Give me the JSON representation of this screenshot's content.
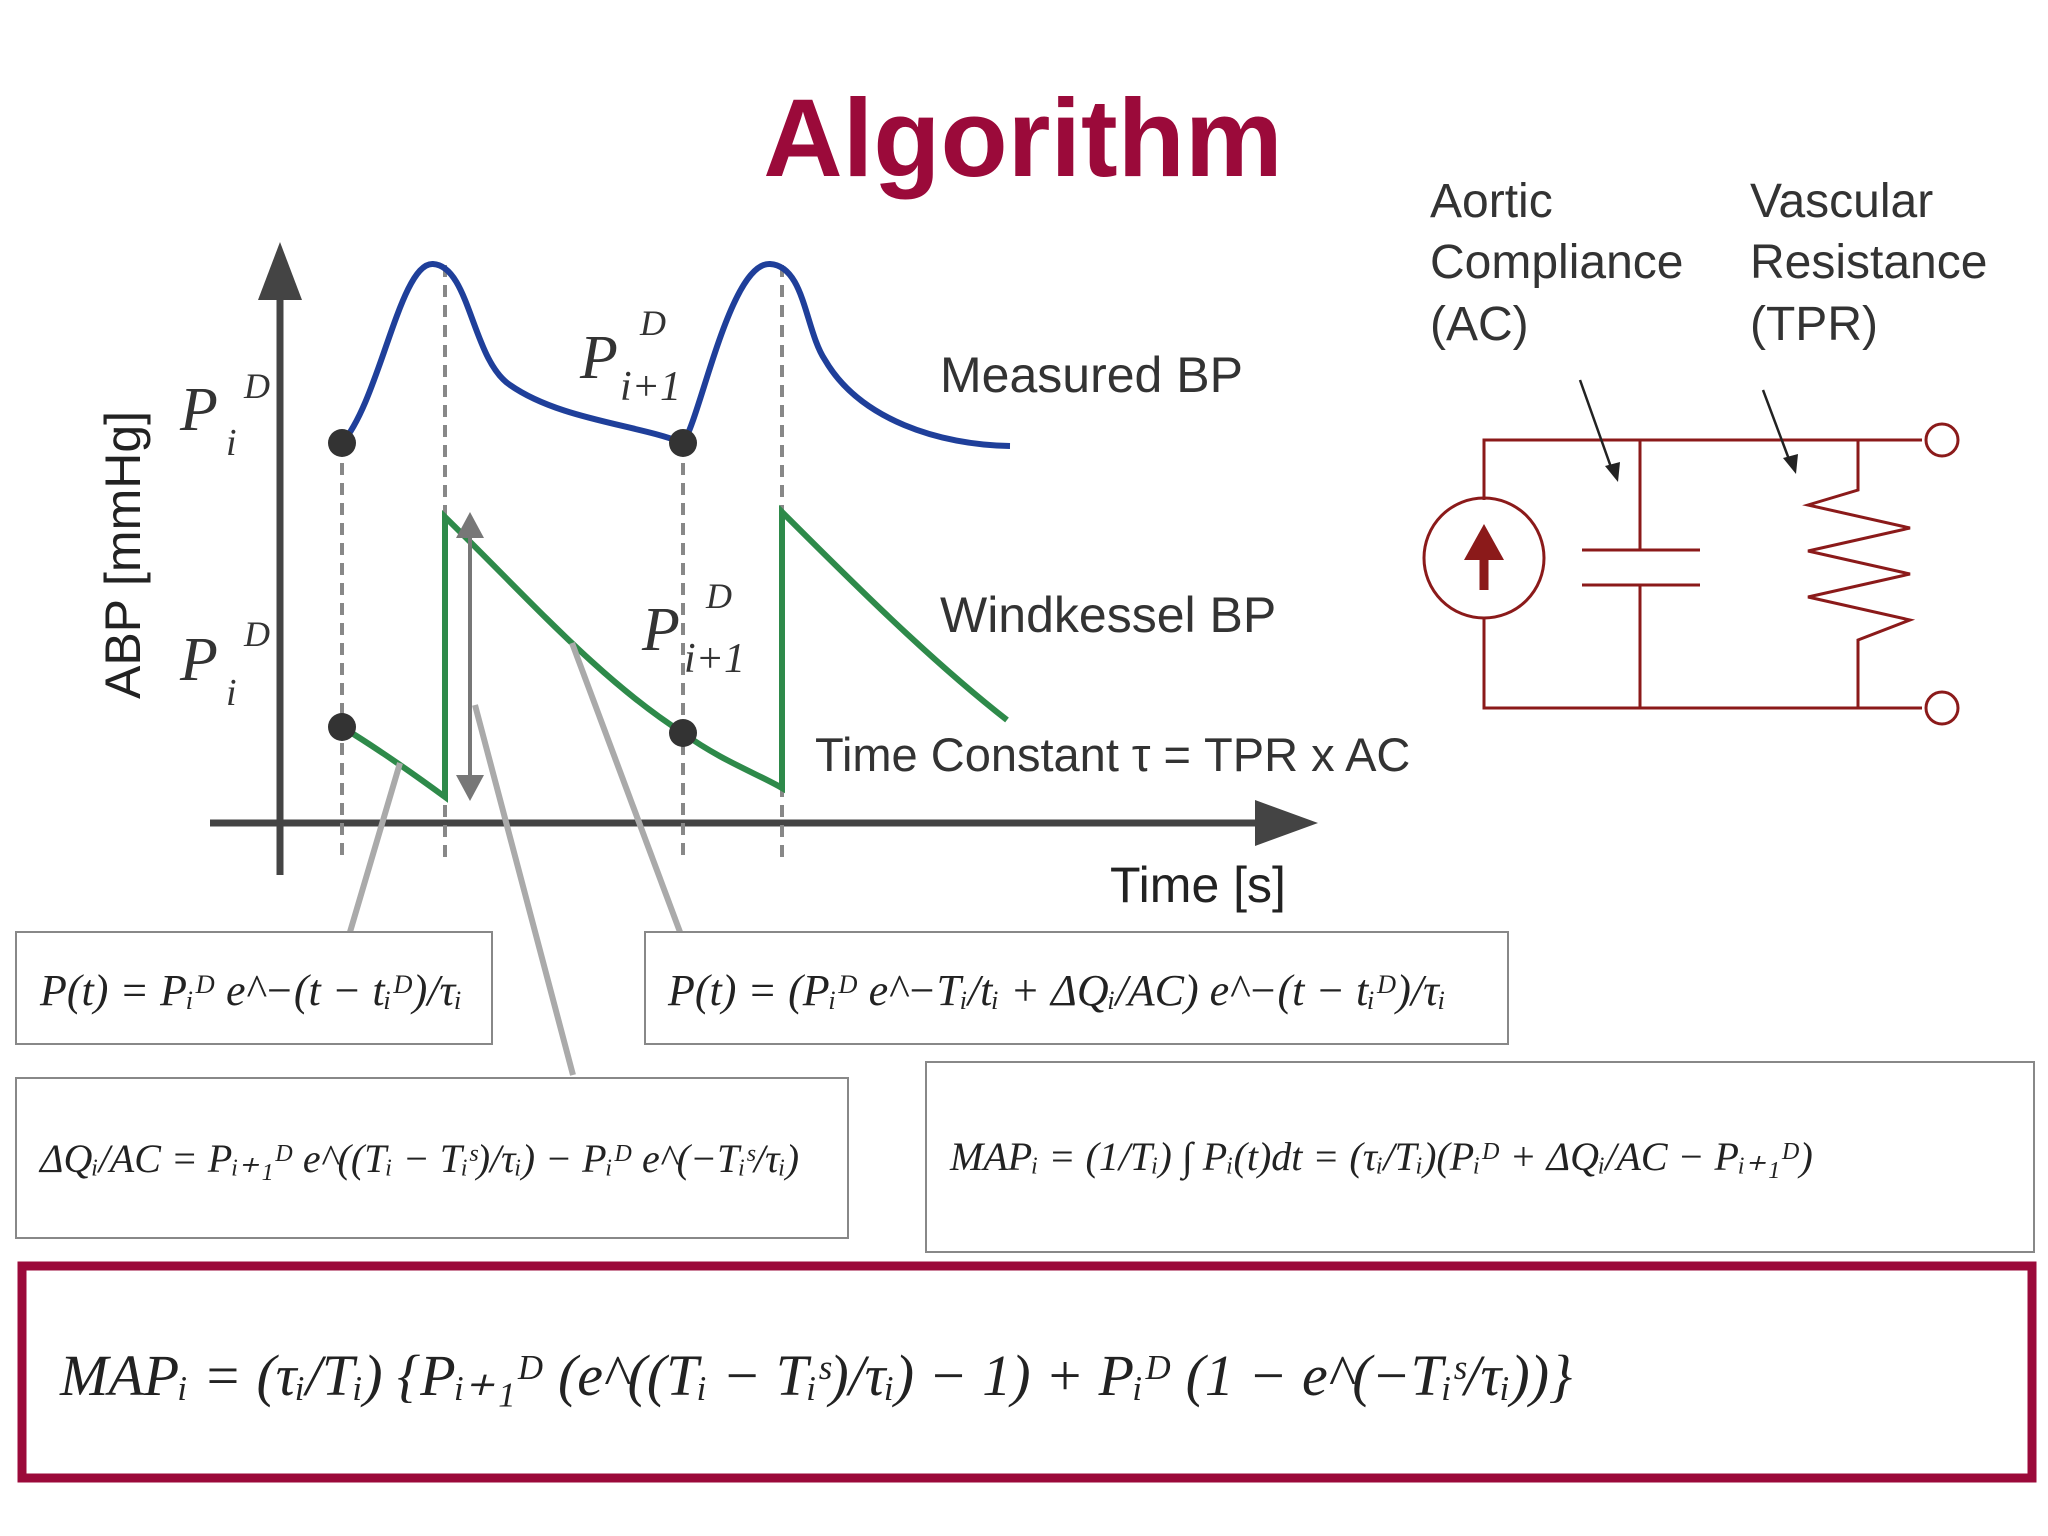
{
  "slide": {
    "title": "Algorithm",
    "title_color": "#9b0a3a"
  },
  "graph": {
    "y_axis_label": "ABP [mmHg]",
    "x_axis_label": "Time [s]",
    "measured_label": "Measured BP",
    "windkessel_label": "Windkessel BP",
    "time_constant_label": "Time Constant τ = TPR x AC",
    "measured_color": "#1f3f9a",
    "windkessel_color": "#2e8a4a",
    "point_labels": {
      "p_i_upper": {
        "base": "P",
        "sup": "D",
        "sub": "i"
      },
      "p_i1_upper": {
        "base": "P",
        "sup": "D",
        "sub": "i+1"
      },
      "p_i_lower": {
        "base": "P",
        "sup": "D",
        "sub": "i"
      },
      "p_i1_lower": {
        "base": "P",
        "sup": "D",
        "sub": "i+1"
      }
    }
  },
  "circuit": {
    "ac_label_lines": [
      "Aortic",
      "Compliance",
      "(AC)"
    ],
    "tpr_label_lines": [
      "Vascular",
      "Resistance",
      "(TPR)"
    ],
    "wire_color": "#8b1a1a"
  },
  "formulas": {
    "f1": "P(t) = Pᵢᴰ e^−(t − tᵢᴰ)/τᵢ",
    "f2": "P(t) = (Pᵢᴰ e^−Tᵢ/tᵢ + ΔQᵢ/AC) e^−(t − tᵢᴰ)/τᵢ",
    "f3": "ΔQᵢ/AC = Pᵢ₊₁ᴰ e^((Tᵢ − Tᵢˢ)/τᵢ) − Pᵢᴰ e^(−Tᵢˢ/τᵢ)",
    "f4": "MAPᵢ = (1/Tᵢ) ∫ Pᵢ(t)dt = (τᵢ/Tᵢ)(Pᵢᴰ + ΔQᵢ/AC − Pᵢ₊₁ᴰ)",
    "final": "MAPᵢ = (τᵢ/Tᵢ) {Pᵢ₊₁ᴰ (e^((Tᵢ − Tᵢˢ)/τᵢ) − 1) + Pᵢᴰ (1 − e^(−Tᵢˢ/τᵢ))}",
    "final_border_color": "#9b0a3a"
  }
}
